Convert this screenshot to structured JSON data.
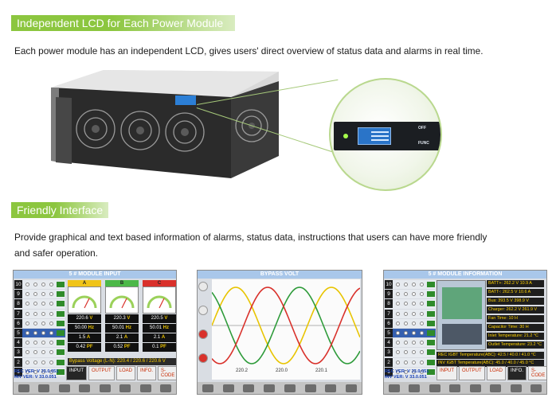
{
  "section1": {
    "title": "Independent LCD for Each Power Module",
    "text": "Each power module has an independent LCD, gives users' direct overview of status data and alarms in real time."
  },
  "lcd_panel": {
    "key_top": "OFF",
    "key_bottom": "FUNC"
  },
  "section2": {
    "title": "Friendly Interface",
    "text_line1": "Provide graphical and text based information of alarms, status data, instructions that users can have more friendly",
    "text_line2": "and safer operation."
  },
  "screen1": {
    "title": "5 # MODULE INPUT",
    "rack_numbers": [
      "10",
      "9",
      "8",
      "7",
      "6",
      "5",
      "4",
      "3",
      "2",
      "1"
    ],
    "selected_rack": "5",
    "phases": [
      {
        "label": "A",
        "color": "#f0c419",
        "voltage": "220.6",
        "freq": "50.00",
        "current": "1.5",
        "pf": "0.42"
      },
      {
        "label": "B",
        "color": "#4cb848",
        "voltage": "220.3",
        "freq": "50.01",
        "current": "2.1",
        "pf": "0.52"
      },
      {
        "label": "C",
        "color": "#d9312b",
        "voltage": "220.5",
        "freq": "50.01",
        "current": "2.1",
        "pf": "0.1"
      }
    ],
    "units": {
      "voltage": "V",
      "freq": "Hz",
      "current": "A",
      "pf": "PF"
    },
    "bypass_voltage": "Bypass Voltage (L-N): 220.4 / 220.6 / 220.6 V",
    "rec_ver": "REC VER: V 33.0.051",
    "inv_ver": "INV VER: V 33.0.051",
    "tabs": [
      "INPUT",
      "OUTPUT",
      "LOAD",
      "INFO.",
      "S-CODE"
    ],
    "active_tab": "INPUT"
  },
  "screen2": {
    "title": "BYPASS VOLT",
    "readings": [
      "220.2",
      "220.0",
      "220.1"
    ],
    "wave_colors": [
      "#e8c400",
      "#2e9b3a",
      "#d9312b"
    ]
  },
  "screen3": {
    "title": "5 # MODULE INFORMATION",
    "rows": [
      "BATT+: 262.2 V   10.9 A",
      "BATT-: 262.5 V   10.6 A",
      "Bus: 393.5 V   398.9 V",
      "Charger: 262.2 V   261.9 V",
      "Fan Time: 10 H",
      "Capacitor Time: 30 H",
      "Inlet Temperature: 21.2 °C",
      "Outlet Temperature: 23.2 °C"
    ],
    "rec_igbt": "REC IGBT Temperature(ABC): 42.5 / 40.0 / 41.0 °C",
    "inv_igbt": "INV IGBT Temperature(ABC): 45.0 / 40.0 / 45.0 °C",
    "rec_ver": "REC VER: V 33.0.051",
    "inv_ver": "INV VER: V 33.0.051",
    "tabs": [
      "INPUT",
      "OUTPUT",
      "LOAD",
      "INFO.",
      "S-CODE"
    ],
    "active_tab": "INFO."
  }
}
